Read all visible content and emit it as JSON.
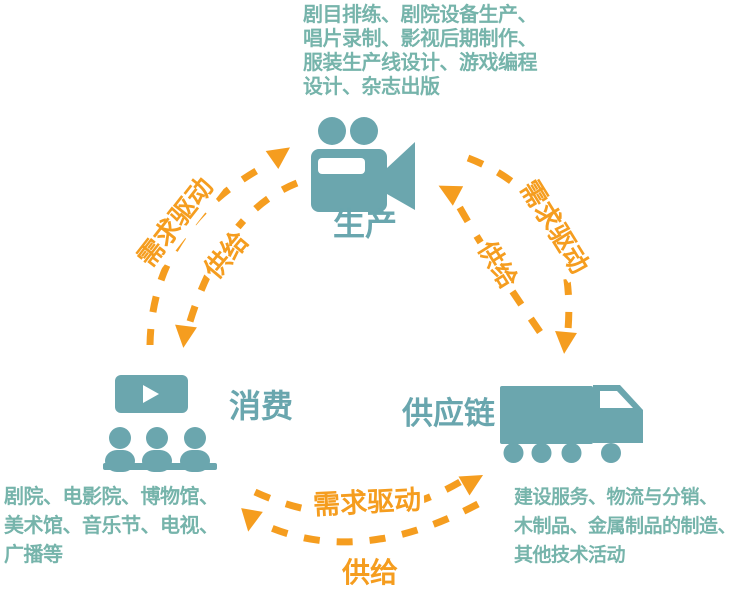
{
  "colors": {
    "teal_icon": "#6BA6AE",
    "teal_text": "#76B4AB",
    "orange_accent": "#F59D1F"
  },
  "nodes": {
    "production": {
      "label": "生产",
      "icon": "movie-camera-icon",
      "description": "剧目排练、剧院设备生产、\n唱片录制、影视后期制作、\n服装生产线设计、游戏编程\n设计、杂志出版"
    },
    "consumption": {
      "label": "消费",
      "icon": "audience-video-icon",
      "description": "剧院、电影院、博物馆、\n美术馆、音乐节、电视、\n广播等"
    },
    "supply_chain": {
      "label": "供应链",
      "icon": "truck-icon",
      "description": "建设服务、物流与分销、\n木制品、金属制品的制造、\n其他技术活动"
    }
  },
  "arrows": {
    "left_demand": {
      "label": "需求驱动",
      "from": "消费",
      "to": "生产"
    },
    "left_supply": {
      "label": "供给",
      "from": "生产",
      "to": "消费"
    },
    "right_demand": {
      "label": "需求驱动",
      "from": "生产",
      "to": "供应链"
    },
    "right_supply": {
      "label": "供给",
      "from": "供应链",
      "to": "生产"
    },
    "bottom_demand": {
      "label": "需求驱动",
      "from": "消费",
      "to": "供应链"
    },
    "bottom_supply": {
      "label": "供给",
      "from": "供应链",
      "to": "消费"
    }
  }
}
